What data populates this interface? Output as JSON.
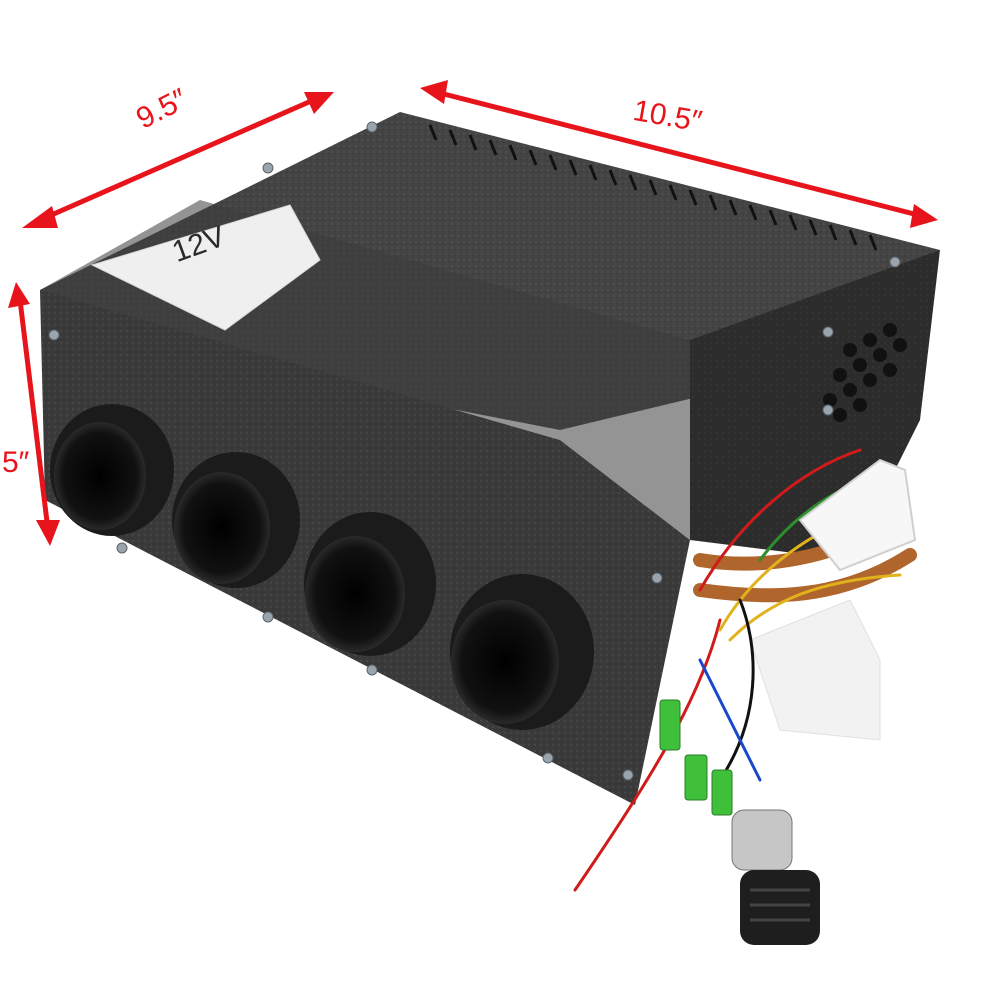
{
  "product": {
    "voltage_label": "12V",
    "dimensions": {
      "width": "9.5″",
      "length": "10.5″",
      "height": "5″"
    },
    "outlet_count": 4
  },
  "colors": {
    "annotation": "#e8141c",
    "body": "#3b3b3b",
    "body_dark": "#262626",
    "label_bg": "#efefef",
    "wire_red": "#d11a1a",
    "wire_yellow": "#e1b21c",
    "connector_green": "#3fbf3a"
  }
}
